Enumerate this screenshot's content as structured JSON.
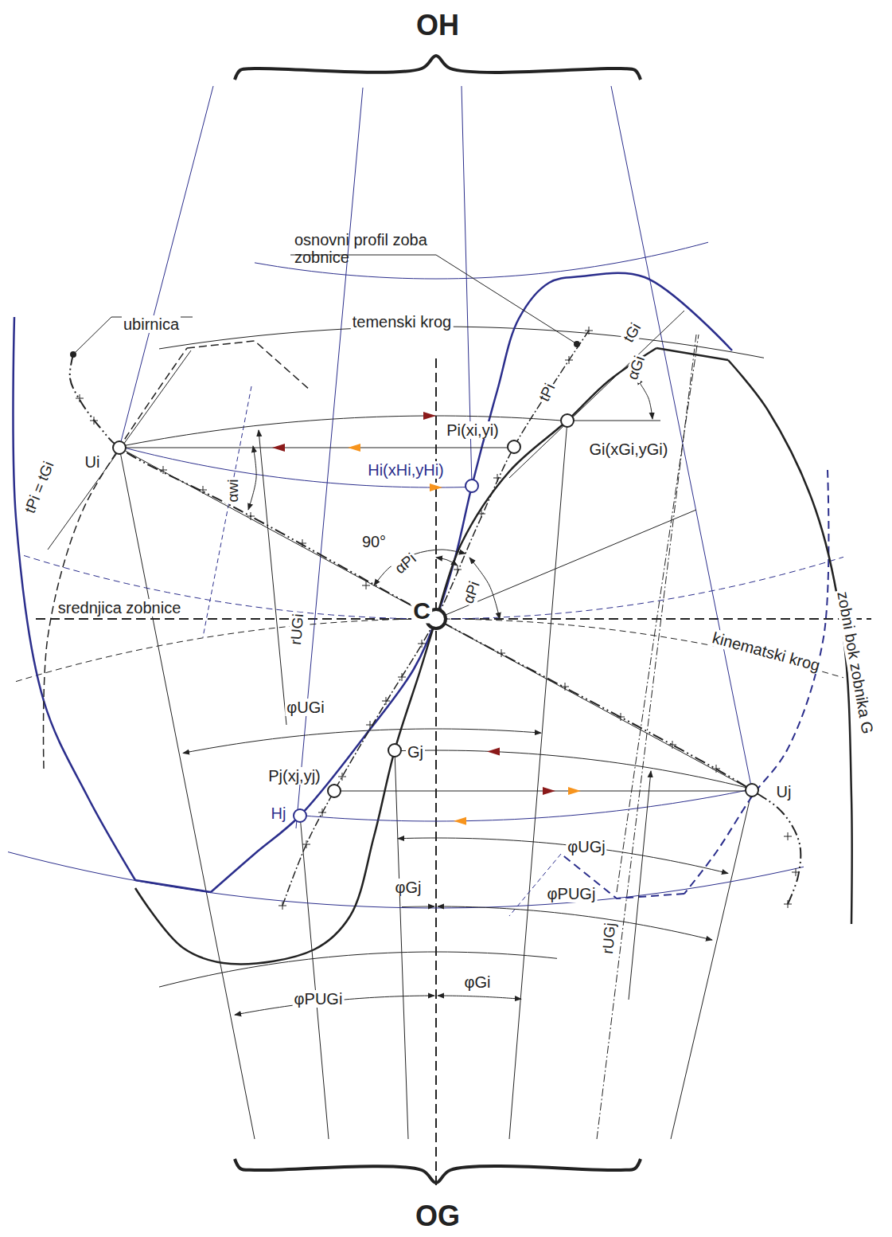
{
  "diagram": {
    "labels": [
      "OH",
      "OG",
      "osnovni profil zoba zobnice",
      "ubirnica",
      "temenski krog",
      "Ui",
      "tPi = tGi",
      "tPi",
      "tGi",
      "αGi",
      "Pi(xi,yi)",
      "Gi(xGi,yGi)",
      "Hi(xHi,yHi)",
      "αwi",
      "90°",
      "αPi",
      "αPi",
      "C",
      "srednjica zobnice",
      "kinematski krog",
      "rUGi",
      "φUGi",
      "Gj",
      "Pj(xj,yj)",
      "Hj",
      "Uj",
      "φUGj",
      "φGj",
      "φPUGj",
      "rUGj",
      "φPUGi",
      "φGi",
      "zobni bok zobnika G"
    ]
  }
}
